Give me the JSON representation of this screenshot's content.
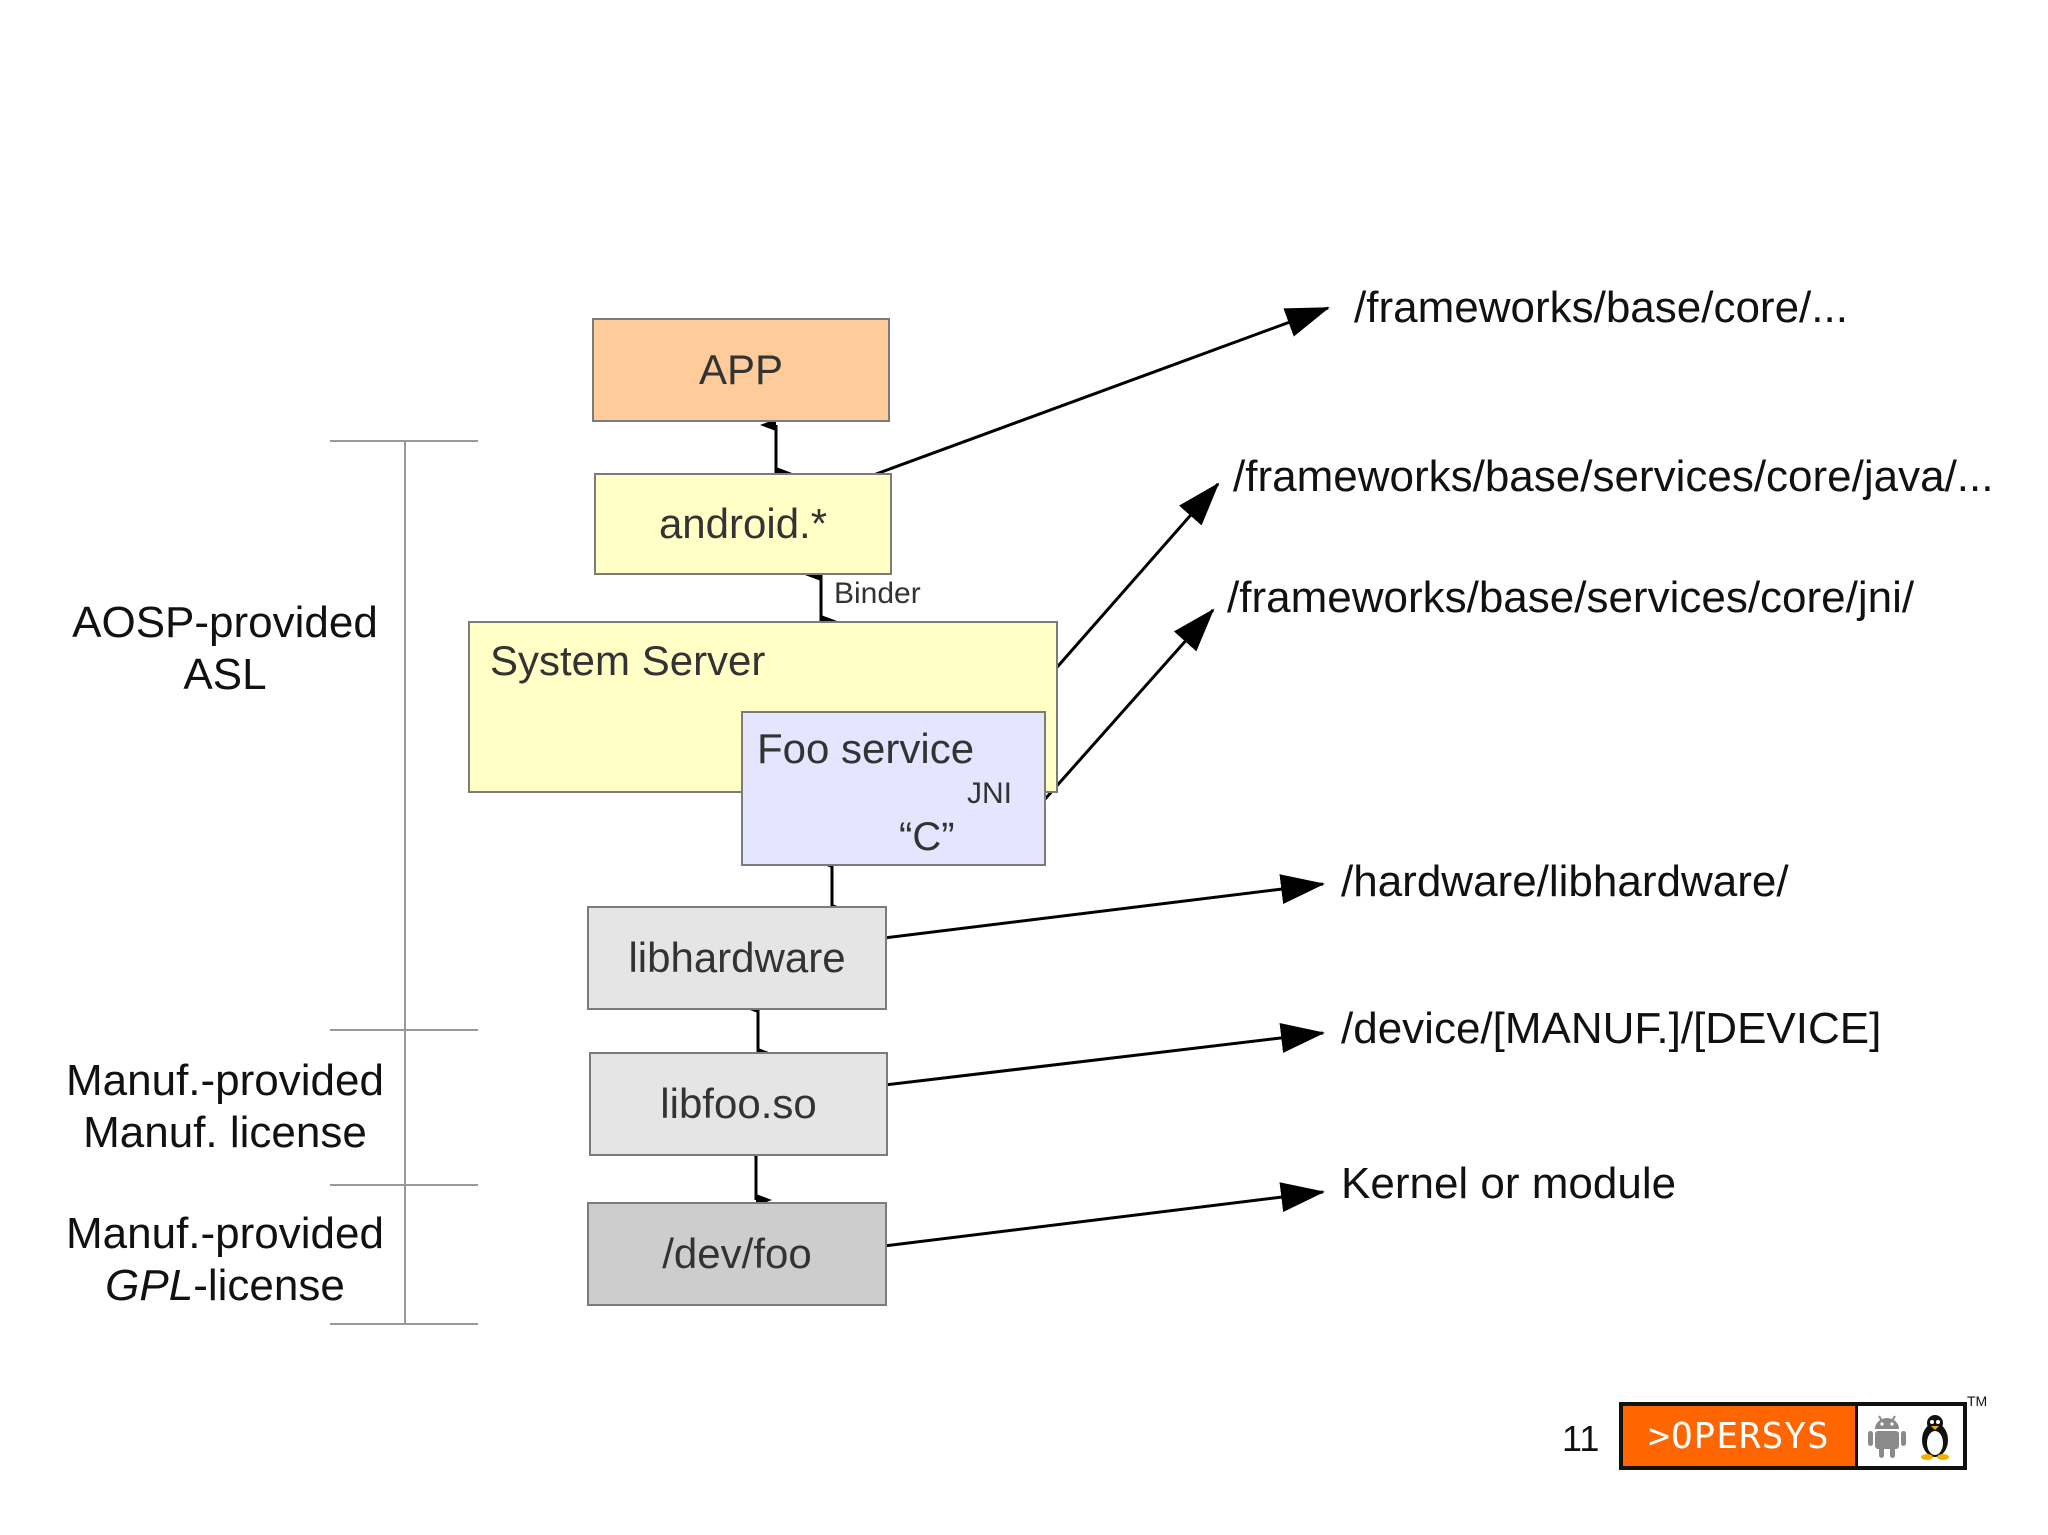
{
  "boxes": {
    "app": "APP",
    "android": "android.*",
    "binder": "Binder",
    "system_server": "System Server",
    "foo_service": "Foo service",
    "jni": "JNI",
    "c_label": "“C”",
    "libhardware": "libhardware",
    "libfoo": "libfoo.so",
    "devfoo": "/dev/foo"
  },
  "paths": {
    "frameworks_core": "/frameworks/base/core/...",
    "services_java": "/frameworks/base/services/core/java/...",
    "services_jni": "/frameworks/base/services/core/jni/",
    "hardware": "/hardware/libhardware/",
    "device": "/device/[MANUF.]/[DEVICE]",
    "kernel": "Kernel or module"
  },
  "licenses": {
    "aosp_line1": "AOSP-provided",
    "aosp_line2": "ASL",
    "manuf_line1": "Manuf.-provided",
    "manuf_line2": "Manuf. license",
    "gpl_line1": "Manuf.-provided",
    "gpl_line2_italic": "GPL",
    "gpl_line2_rest": "-license"
  },
  "footer": {
    "page_number": "11",
    "logo_text": ">OPERSYS",
    "trademark": "TM"
  },
  "icons": [
    "android-icon",
    "tux-penguin-icon"
  ],
  "colors": {
    "app": "#ffcb9a",
    "android": "#ffffc6",
    "system_server": "#ffffc6",
    "foo_service": "#e5e5ff",
    "libhardware": "#e5e5e5",
    "libfoo": "#e5e5e5",
    "devfoo": "#cdcdcd",
    "logo_orange": "#ff6600"
  }
}
